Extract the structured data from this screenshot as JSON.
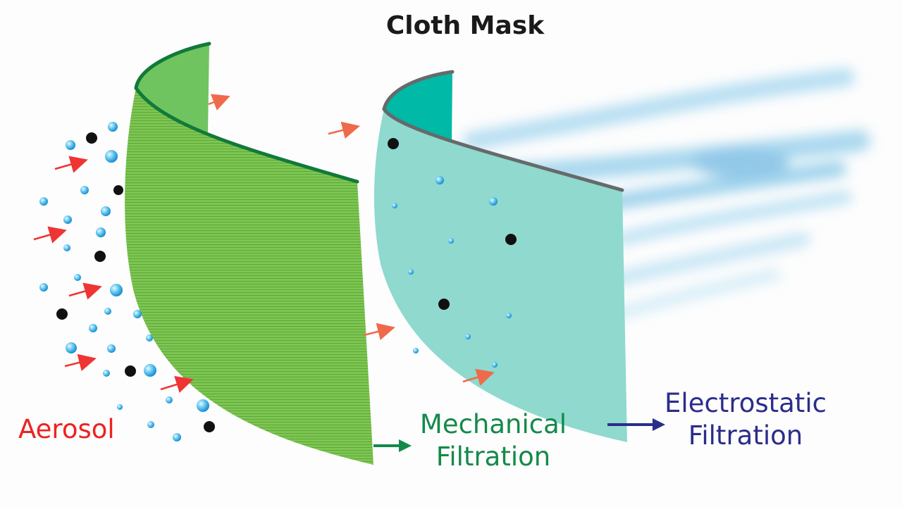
{
  "title": "Cloth Mask",
  "labels": {
    "aerosol": "Aerosol",
    "mechanical_line1": "Mechanical",
    "mechanical_line2": "Filtration",
    "electrostatic_line1": "Electrostatic",
    "electrostatic_line2": "Filtration"
  },
  "colors": {
    "aerosol": "#ee2222",
    "mechanical": "#138a4a",
    "electrostatic": "#2b2d8a",
    "outer_layer": "#7cc651",
    "inner_layer": "#8fd9cf",
    "inner_rim": "#00b9a6",
    "particle_black": "#111111",
    "particle_droplet": "#3ab4e6",
    "airflow": "#8ccbe9",
    "flow_arrow": "#ef5a3a"
  }
}
